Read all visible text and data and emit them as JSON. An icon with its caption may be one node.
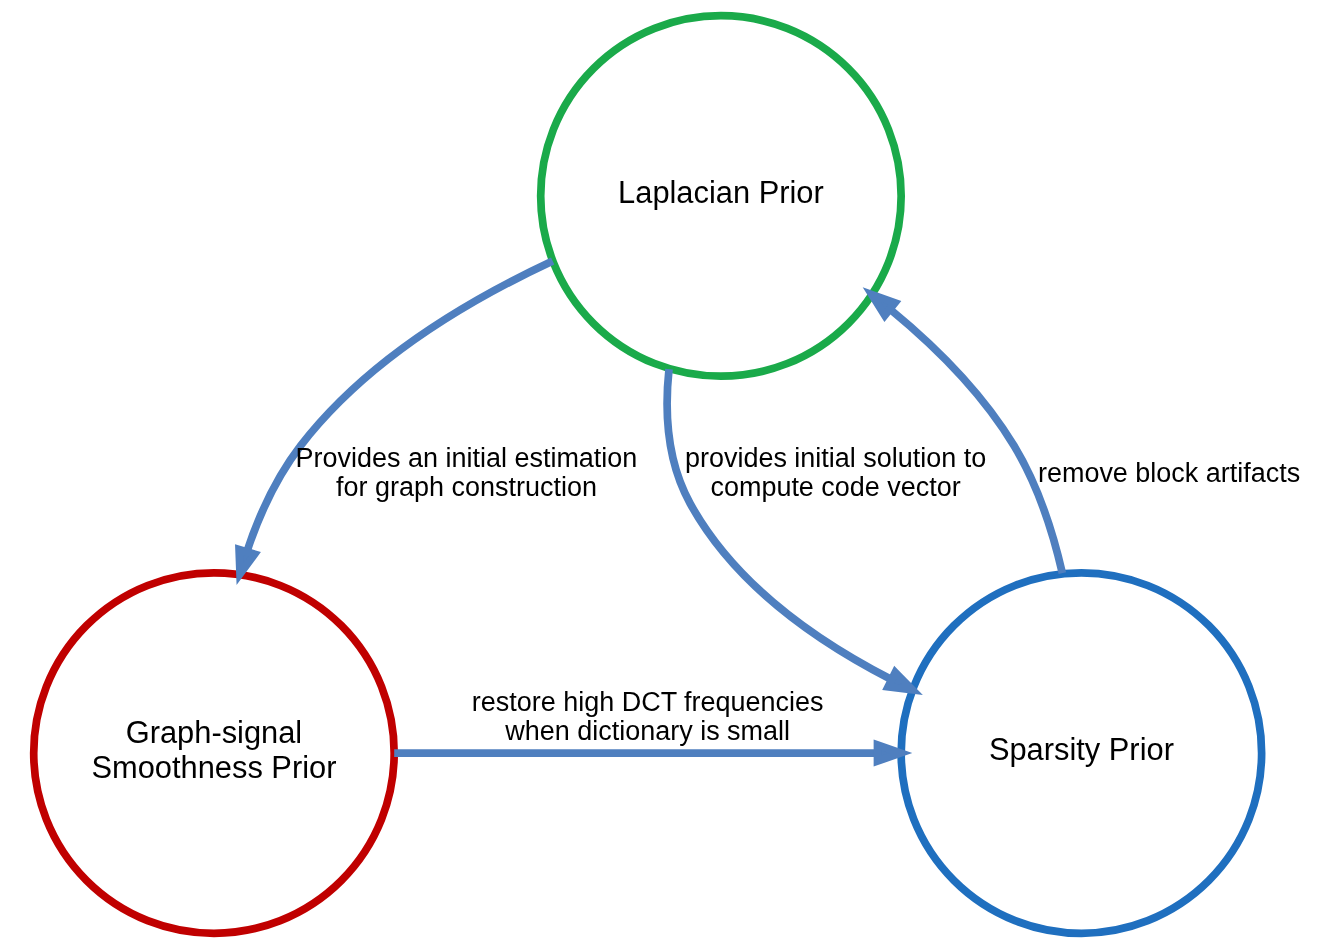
{
  "diagram": {
    "nodes": [
      {
        "text": [
          "Laplacian Prior"
        ]
      },
      {
        "text": [
          "Sparsity Prior"
        ]
      },
      {
        "text": [
          "Graph-signal Smoothness Prior"
        ]
      }
    ],
    "edges": [
      {
        "from": 0,
        "to": 1,
        "arrow": "to",
        "label": "provides initial solution to compute code vector"
      },
      {
        "from": 1,
        "to": 0,
        "arrow": "to",
        "label": "remove block artifacts"
      },
      {
        "from": 0,
        "to": 2,
        "arrow": "to",
        "label": "Provides an initial estimation for graph construction"
      },
      {
        "from": 2,
        "to": 1,
        "arrow": "to",
        "label": "restore high DCT frequencies when dictionary is small"
      }
    ]
  }
}
